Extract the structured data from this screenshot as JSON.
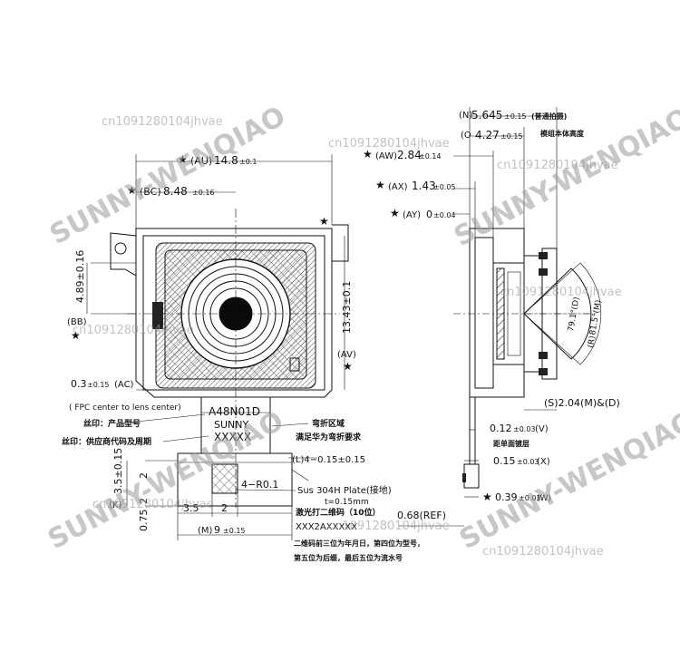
{
  "left_view": {
    "dim_au": {
      "tag": "(AU)",
      "value": "14.8",
      "tol": "±0.1"
    },
    "dim_bc": {
      "tag": "(BC)",
      "value": "8.48",
      "tol": "±0.16"
    },
    "dim_bb_value": "4.89±0.16",
    "dim_bb_tag": "(BB)",
    "dim_av_value": "13.43±0.1",
    "dim_av_tag": "(AV)",
    "dim_ac": {
      "value": "0.3",
      "tol": "±0.15",
      "tag": "(AC)"
    },
    "fpc_note": "( FPC center to lens center)",
    "label_model_cn": "丝印：产品型号",
    "label_supplier_cn": "丝印：供应商代码及周期",
    "silk_model": "A48N01D",
    "silk_brand": "SUNNY",
    "silk_code": "XXXXX",
    "bend_title_cn": "弯折区域",
    "bend_req_cn": "满足华为弯折要求",
    "dim_l": "(L)4−0.15±0.15",
    "dim_k_tag": "(K)",
    "dim_k_value": "3.5±0.15",
    "dim_2a": "2",
    "dim_2b": "2",
    "dim_35": "3.5",
    "dim_2c": "2",
    "dim_075": "0.75",
    "dim_m": {
      "tag": "(M)",
      "value": "9",
      "tol": "±0.15"
    },
    "r01": "4−R0.1",
    "sus_note": "Sus 304H Plate(接地)",
    "t_note": "t=0.15mm",
    "laser_note": "激光打二维码（10位）",
    "laser_code": "XXX2AXXXXX",
    "qr_desc1": "二维码前三位为年月日，第四位为型号，",
    "qr_desc2": "第五位为后缀，最后五位为流水号"
  },
  "right_view": {
    "dim_n": {
      "tag": "(N)",
      "value": "5.645",
      "tol": "±0.15",
      "note": "(普通拍摄)"
    },
    "dim_o": {
      "tag": "(O",
      "value": "4.27",
      "tol": "±0.15",
      "note": "模组本体高度"
    },
    "dim_aw": {
      "tag": "(AW)",
      "value": "2.84",
      "tol": "±0.14"
    },
    "dim_ax": {
      "tag": "(AX)",
      "value": "1.43",
      "tol": "±0.05"
    },
    "dim_ay": {
      "tag": "(AY)",
      "value": "0",
      "tol": "±0.04"
    },
    "angle_d": "79.1°(D)",
    "angle_r": "81.5°(M)",
    "angle_r_tag": "(R)",
    "dim_s": "(S)2.04(M)&(D)",
    "dim_v": {
      "value": "0.12",
      "tol": "±0.03",
      "tag": "(V)"
    },
    "v_note": "距单面镀层",
    "dim_x": {
      "value": "0.15",
      "tol": "±0.03",
      "tag": "(X)"
    },
    "dim_w": {
      "value": "0.39",
      "tol": "±0.03",
      "tag": "(W)"
    },
    "dim_ref": "0.68(REF)"
  },
  "watermarks": {
    "brand": "SUNNY-WENQIAO",
    "id": "cn1091280104jhvae"
  },
  "colors": {
    "line": "#111111",
    "watermark": "#9a9a9a",
    "background": "#ffffff"
  }
}
